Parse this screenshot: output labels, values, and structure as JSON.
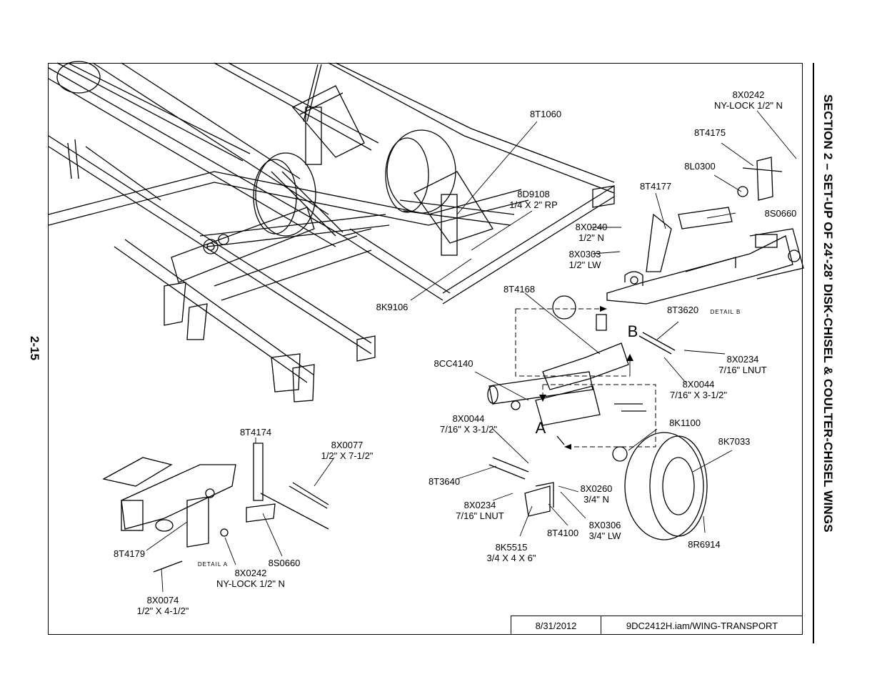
{
  "side_title": "SECTION 2 – SET-UP OF 24'-28' DISK-CHISEL & COULTER-CHISEL WINGS",
  "page_number": "2-15",
  "title_block": {
    "date": "8/31/2012",
    "file": "9DC2412H.iam/WING-TRANSPORT"
  },
  "view_letters": {
    "a": "A",
    "b": "B"
  },
  "details": {
    "a": "DETAIL A",
    "b": "DETAIL B"
  },
  "callouts": {
    "c8X0242_top": {
      "part": "8X0242",
      "desc": "NY-LOCK 1/2\" N"
    },
    "c8T4175": {
      "part": "8T4175"
    },
    "c8L0300": {
      "part": "8L0300"
    },
    "c8T4177": {
      "part": "8T4177"
    },
    "c8S0660_top": {
      "part": "8S0660"
    },
    "c8T1060": {
      "part": "8T1060"
    },
    "c8D9108": {
      "part": "8D9108",
      "desc": "1/4 X 2\" RP"
    },
    "c8X0240": {
      "part": "8X0240",
      "desc": "1/2\" N"
    },
    "c8X0303": {
      "part": "8X0303",
      "desc": "1/2\" LW"
    },
    "c8K9106": {
      "part": "8K9106"
    },
    "c8T4168": {
      "part": "8T4168"
    },
    "c8T3620": {
      "part": "8T3620"
    },
    "c8X0234_right": {
      "part": "8X0234",
      "desc": "7/16\" LNUT"
    },
    "c8X0044_right": {
      "part": "8X0044",
      "desc": "7/16\" X 3-1/2\""
    },
    "c8CC4140": {
      "part": "8CC4140"
    },
    "c8X0044_left": {
      "part": "8X0044",
      "desc": "7/16\" X 3-1/2\""
    },
    "c8K1100": {
      "part": "8K1100"
    },
    "c8K7033": {
      "part": "8K7033"
    },
    "c8T3640": {
      "part": "8T3640"
    },
    "c8X0234_left": {
      "part": "8X0234",
      "desc": "7/16\" LNUT"
    },
    "c8X0260": {
      "part": "8X0260",
      "desc": "3/4\" N"
    },
    "c8X0306": {
      "part": "8X0306",
      "desc": "3/4\" LW"
    },
    "c8T4100": {
      "part": "8T4100"
    },
    "c8K5515": {
      "part": "8K5515",
      "desc": "3/4 X 4 X 6\""
    },
    "c8R6914": {
      "part": "8R6914"
    },
    "c8T4174": {
      "part": "8T4174"
    },
    "c8X0077": {
      "part": "8X0077",
      "desc": "1/2\" X 7-1/2\""
    },
    "c8T4179": {
      "part": "8T4179"
    },
    "c8X0242_bottom": {
      "part": "8X0242",
      "desc": "NY-LOCK 1/2\" N"
    },
    "c8S0660_bottom": {
      "part": "8S0660"
    },
    "c8X0074": {
      "part": "8X0074",
      "desc": "1/2\" X 4-1/2\""
    }
  }
}
